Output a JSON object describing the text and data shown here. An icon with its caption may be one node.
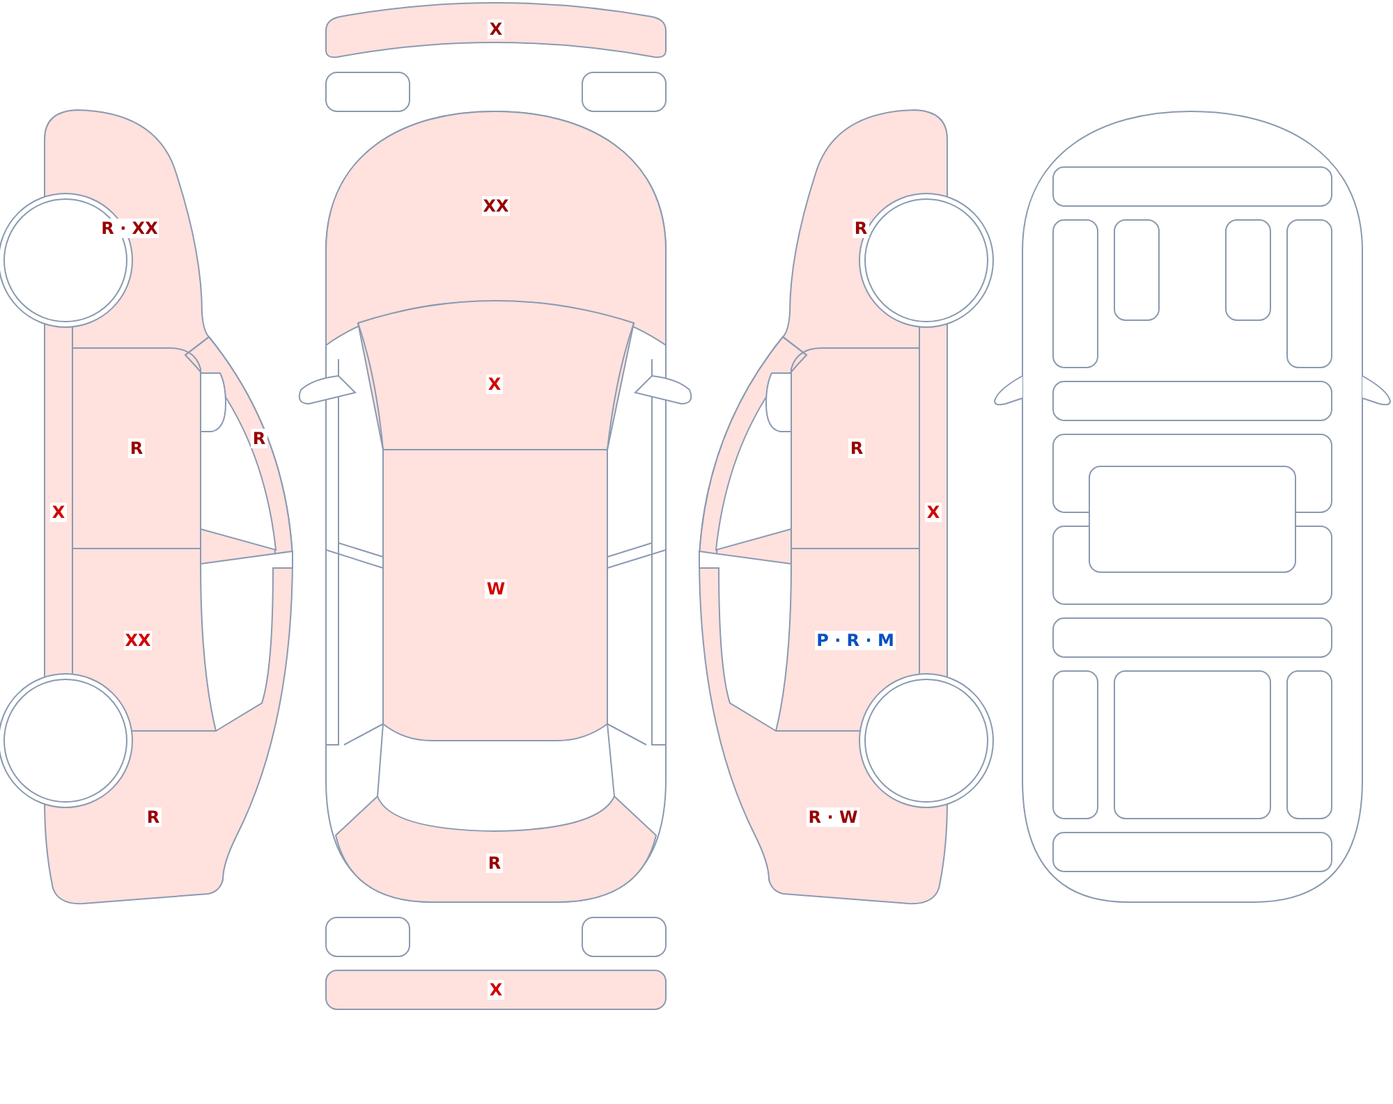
{
  "diagram": {
    "nodes": [
      {
        "text": [
          "X"
        ]
      },
      {
        "text": [
          "XX"
        ]
      },
      {
        "text": [
          "X"
        ]
      },
      {
        "text": [
          "W"
        ]
      },
      {
        "text": [
          "R"
        ]
      },
      {
        "text": [
          "X"
        ]
      },
      {
        "text": [
          "R · XX"
        ]
      },
      {
        "text": [
          "R"
        ]
      },
      {
        "text": [
          "R"
        ]
      },
      {
        "text": [
          "X"
        ]
      },
      {
        "text": [
          "XX"
        ]
      },
      {
        "text": [
          "R"
        ]
      },
      {
        "text": [
          "R"
        ]
      },
      {
        "text": [
          "R"
        ]
      },
      {
        "text": [
          "X"
        ]
      },
      {
        "text": [
          "P · R · M"
        ]
      },
      {
        "text": [
          "R · W"
        ]
      }
    ]
  }
}
